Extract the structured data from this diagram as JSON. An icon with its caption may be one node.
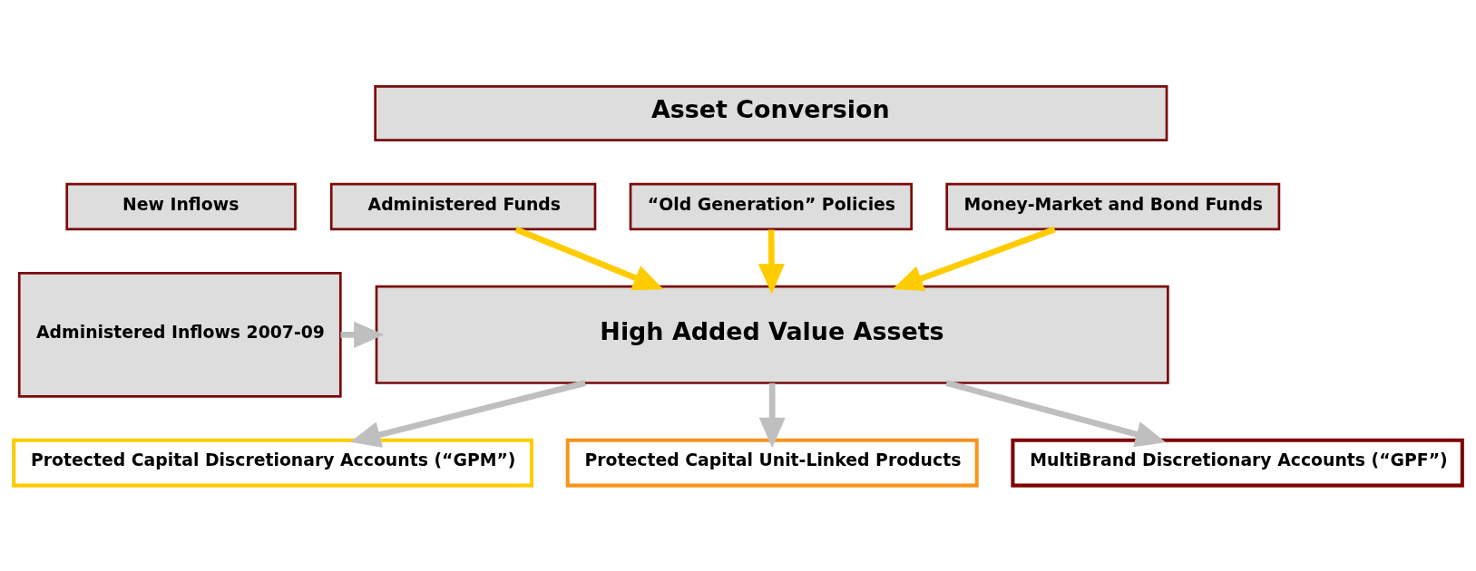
{
  "diagram": {
    "nodes": [
      {
        "text": [
          "Asset Conversion"
        ]
      },
      {
        "text": [
          "Administered Funds"
        ]
      },
      {
        "text": [
          "“Old Generation” Policies"
        ]
      },
      {
        "text": [
          "Money-Market and Bond Funds"
        ]
      },
      {
        "text": [
          "New Inflows"
        ]
      },
      {
        "text": [
          "Administered Inflows 2007-09"
        ]
      },
      {
        "text": [
          "High Added Value Assets"
        ]
      },
      {
        "text": [
          "Protected Capital Discretionary Accounts (“GPM”)"
        ]
      },
      {
        "text": [
          "Protected Capital Unit-Linked Products"
        ]
      },
      {
        "text": [
          "MultiBrand Discretionary Accounts (“GPF”)"
        ]
      }
    ],
    "edges": [
      {
        "from": 1,
        "to": 6,
        "arrow": "to",
        "color": "#ffcc00"
      },
      {
        "from": 2,
        "to": 6,
        "arrow": "to",
        "color": "#ffcc00"
      },
      {
        "from": 3,
        "to": 6,
        "arrow": "to",
        "color": "#ffcc00"
      },
      {
        "from": 5,
        "to": 6,
        "arrow": "to"
      },
      {
        "from": 6,
        "to": 7,
        "arrow": "to"
      },
      {
        "from": 6,
        "to": 8,
        "arrow": "to"
      },
      {
        "from": 6,
        "to": 9,
        "arrow": "to"
      }
    ]
  }
}
